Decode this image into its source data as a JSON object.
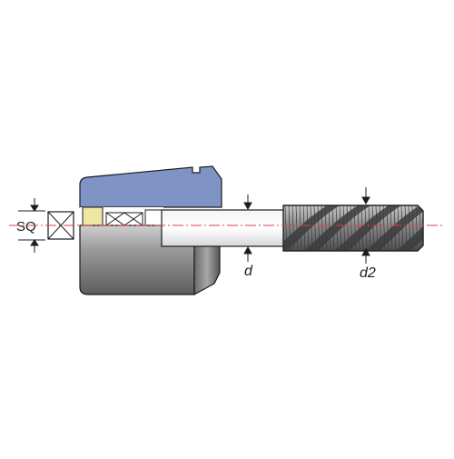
{
  "labels": {
    "sq": "SQ",
    "d": "d",
    "d2": "d2"
  },
  "colors": {
    "collet_nut": "#7f93c4",
    "yellow_ring": "#ede7a2",
    "body_gray": "#8e8e8e",
    "thread_dark": "#4a4a4a",
    "centerline": "#d9434f",
    "outline": "#1c1c1c"
  }
}
